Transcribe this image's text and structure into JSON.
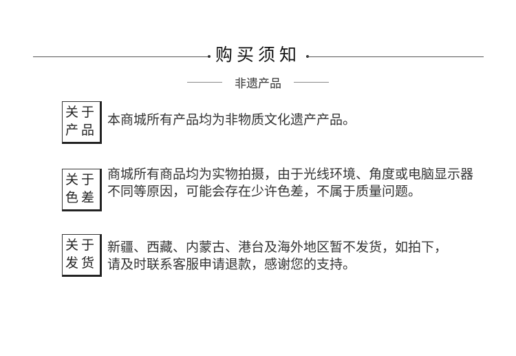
{
  "header": {
    "title": "购买须知",
    "subtitle": "非遗产品"
  },
  "sections": [
    {
      "label_line1": "关于",
      "label_line2": "产品",
      "text": "本商城所有产品均为非物质文化遗产产品。"
    },
    {
      "label_line1": "关于",
      "label_line2": "色差",
      "text": "商城所有商品均为实物拍摄，由于光线环境、角度或电脑显示器不同等原因，可能会存在少许色差，不属于质量问题。"
    },
    {
      "label_line1": "关于",
      "label_line2": "发货",
      "text": "新疆、西藏、内蒙古、港台及海外地区暂不发货，如拍下，请及时联系客服申请退款，感谢您的支持。"
    }
  ]
}
